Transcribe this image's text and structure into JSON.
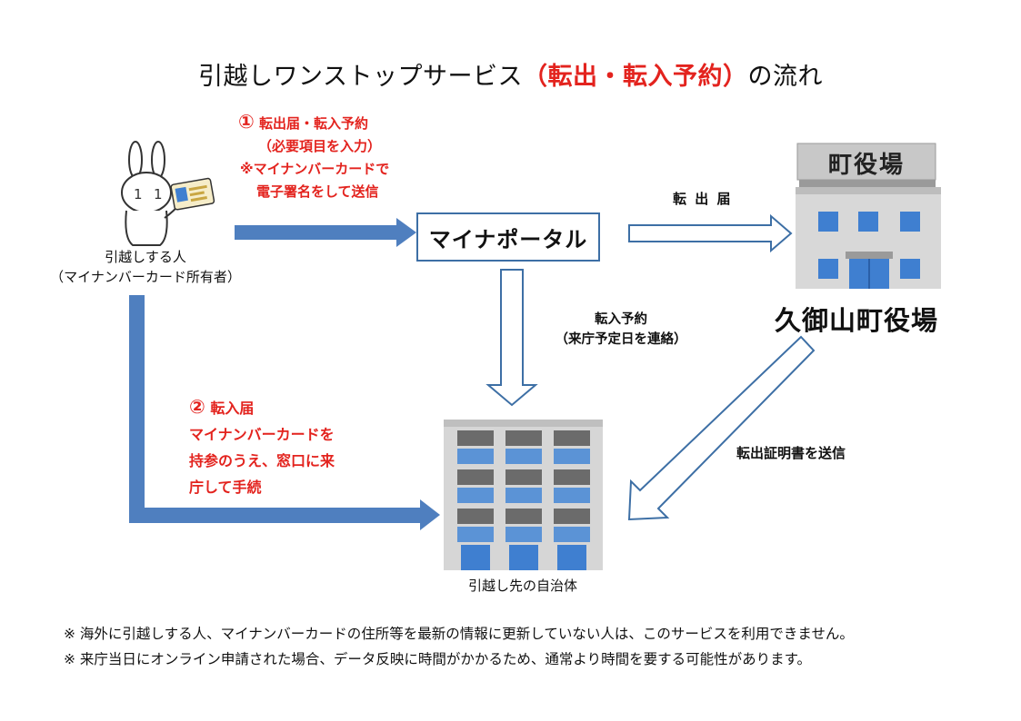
{
  "title": {
    "prefix": "引越しワンストップサービス",
    "highlight": "（転出・転入予約）",
    "suffix": "の流れ"
  },
  "mover": {
    "label_line1": "引越しする人",
    "label_line2": "（マイナンバーカード所有者）"
  },
  "step1": {
    "number": "①",
    "line1": "転出届・転入予約",
    "line2": "（必要項目を入力）",
    "line3": "※マイナンバーカードで",
    "line4": "電子署名をして送信"
  },
  "portal": {
    "label": "マイナポータル"
  },
  "arrow_moveout": {
    "label": "転 出 届"
  },
  "town_hall": {
    "sign": "町役場",
    "name": "久御山町役場"
  },
  "arrow_reservation": {
    "line1": "転入予約",
    "line2": "（来庁予定日を連絡）"
  },
  "arrow_certificate": {
    "label": "転出証明書を送信"
  },
  "step2": {
    "number": "②",
    "line1": "転入届",
    "line2": "マイナンバーカードを",
    "line3": "持参のうえ、窓口に来",
    "line4": "庁して手続"
  },
  "destination": {
    "label": "引越し先の自治体"
  },
  "notes": [
    "※  海外に引越しする人、マイナンバーカードの住所等を最新の情報に更新していない人は、このサービスを利用できません。",
    "※  来庁当日にオンライン申請された場合、データ反映に時間がかかるため、通常より時間を要する可能性があります。"
  ],
  "colors": {
    "accent_red": "#e3231e",
    "arrow_blue": "#4f7fbf",
    "arrow_outline": "#3d6fa5",
    "building_blue": "#3f7fd0"
  }
}
